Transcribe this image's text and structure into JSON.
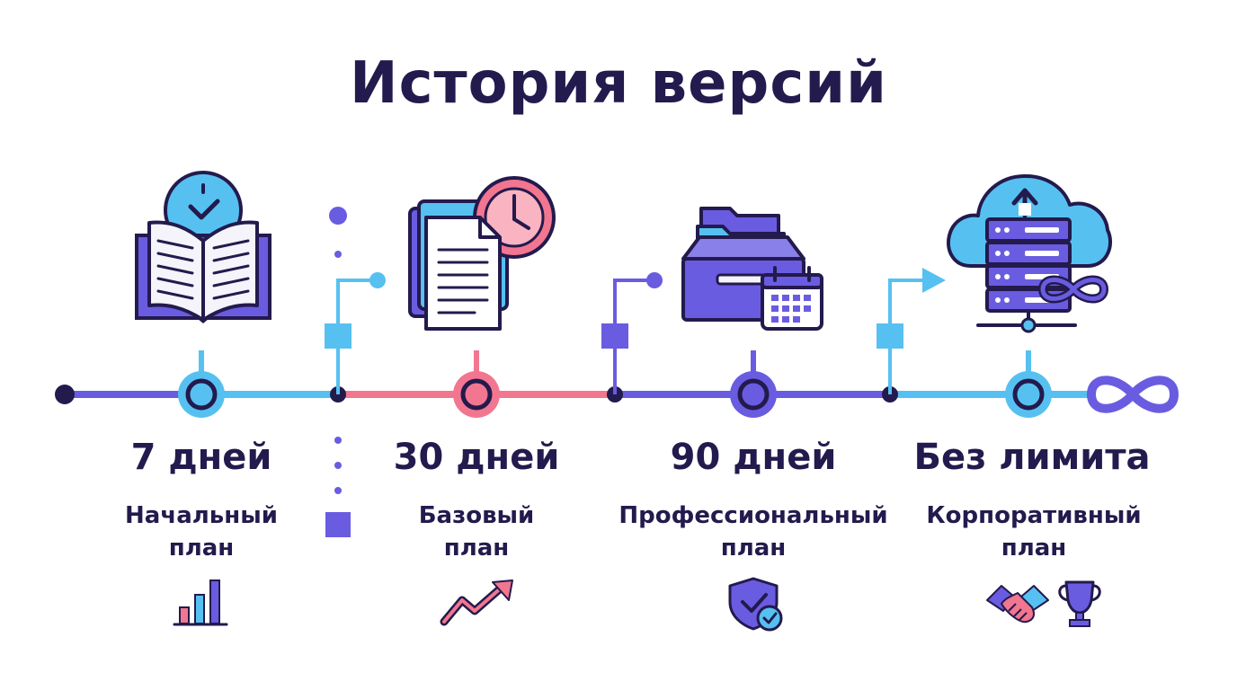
{
  "title": "История версий",
  "colors": {
    "dark": "#231a4d",
    "sky": "#56c1f0",
    "pink": "#f2768f",
    "purple": "#6a5ce0",
    "paper": "#f4f4fa"
  },
  "tiers": [
    {
      "days": "7 дней",
      "plan_line1": "Начальный",
      "plan_line2": "план",
      "main_icon": "open-book-clock-icon",
      "small_icon": "bar-chart-icon"
    },
    {
      "days": "30 дней",
      "plan_line1": "Базовый",
      "plan_line2": "план",
      "main_icon": "documents-clock-icon",
      "small_icon": "trend-up-arrow-icon"
    },
    {
      "days": "90 дней",
      "plan_line1": "Профессиональный",
      "plan_line2": "план",
      "main_icon": "file-archive-calendar-icon",
      "small_icon": "shield-check-icon"
    },
    {
      "days": "Без лимита",
      "plan_line1": "Корпоративный",
      "plan_line2": "план",
      "main_icon": "cloud-server-infinity-icon",
      "small_icon": "handshake-trophy-icon"
    }
  ]
}
